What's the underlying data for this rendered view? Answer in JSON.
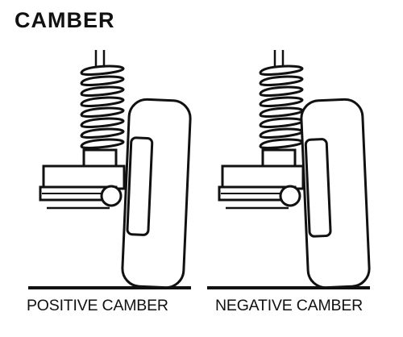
{
  "title": "CAMBER",
  "panels": [
    {
      "caption": "POSITIVE CAMBER",
      "camber": "positive"
    },
    {
      "caption": "NEGATIVE CAMBER",
      "camber": "negative"
    }
  ],
  "colors": {
    "line": "#111111",
    "background": "#ffffff"
  }
}
